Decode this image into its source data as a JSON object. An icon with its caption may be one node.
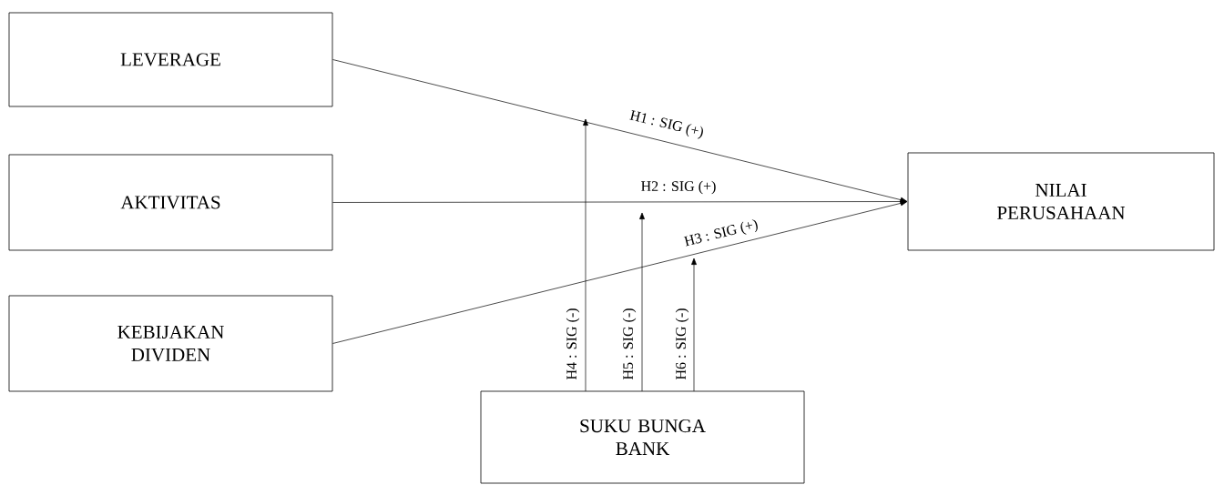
{
  "diagram": {
    "nodes": [
      {
        "text": [
          "LEVERAGE"
        ]
      },
      {
        "text": [
          "AKTIVITAS"
        ]
      },
      {
        "text": [
          "KEBIJAKAN DIVIDEN"
        ]
      },
      {
        "text": [
          "NILAI PERUSAHAAN"
        ]
      },
      {
        "text": [
          "SUKU BUNGA BANK"
        ]
      }
    ],
    "edges": [
      {
        "from": 0,
        "to": 3,
        "arrow": "to",
        "label": "H1 : SIG (+)"
      },
      {
        "from": 1,
        "to": 3,
        "arrow": "to",
        "label": "H2 : SIG (+)"
      },
      {
        "from": 2,
        "to": 3,
        "arrow": "to",
        "label": "H3 : SIG (+)"
      },
      {
        "from": 4,
        "to": null,
        "arrow": "to",
        "label": "H4 : SIG (-)"
      },
      {
        "from": 4,
        "to": null,
        "arrow": "to",
        "label": "H5 : SIG (-)"
      },
      {
        "from": 4,
        "to": null,
        "arrow": "to",
        "label": "H6 : SIG (-)"
      }
    ]
  }
}
